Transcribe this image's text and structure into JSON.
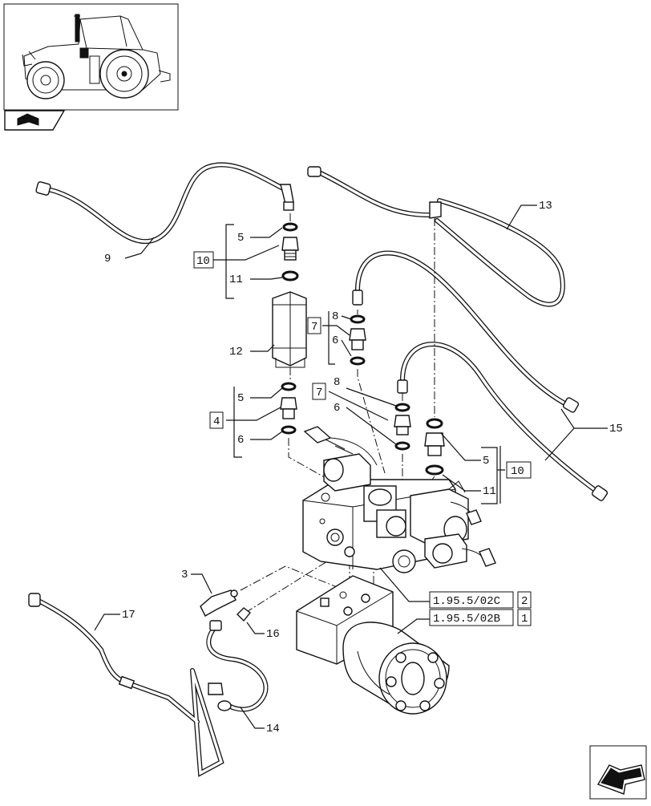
{
  "callouts": {
    "c3": "3",
    "c4": "4",
    "c5a": "5",
    "c5b": "5",
    "c5c": "5",
    "c6a": "6",
    "c6b": "6",
    "c6c": "6",
    "c7a": "7",
    "c7b": "7",
    "c8a": "8",
    "c8b": "8",
    "c9": "9",
    "c10a": "10",
    "c10b": "10",
    "c11a": "11",
    "c11b": "11",
    "c12": "12",
    "c13": "13",
    "c14": "14",
    "c15": "15",
    "c16": "16",
    "c17": "17"
  },
  "references": {
    "ref1_code": "1.95.5/02C",
    "ref1_num": "2",
    "ref2_code": "1.95.5/02B",
    "ref2_num": "1"
  },
  "icons": {
    "thumbnail": "tractor-thumbnail",
    "book": "book-icon",
    "nav": "next-page-arrow-icon"
  }
}
